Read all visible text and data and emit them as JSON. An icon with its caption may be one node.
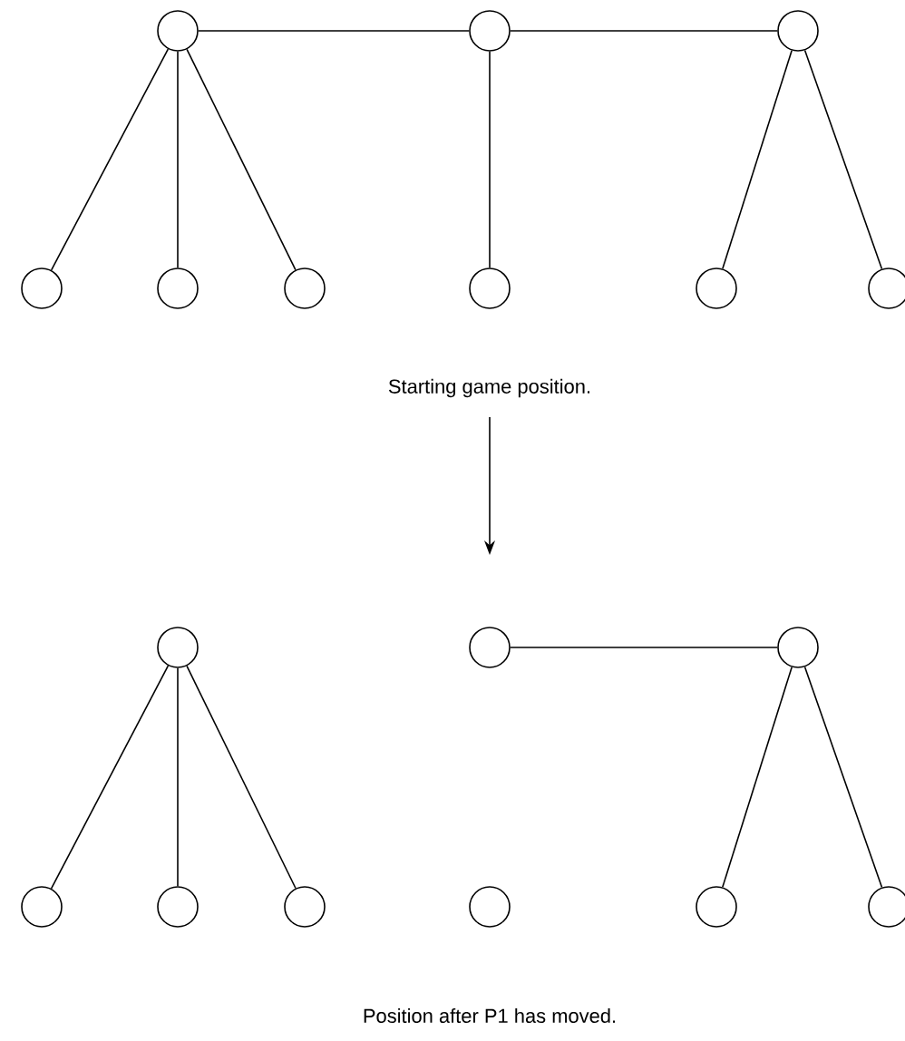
{
  "diagram": {
    "nodes": [
      {
        "text": [],
        "shape": "circle"
      },
      {
        "text": [],
        "shape": "circle"
      },
      {
        "text": [],
        "shape": "circle"
      },
      {
        "text": [],
        "shape": "circle"
      },
      {
        "text": [],
        "shape": "circle"
      },
      {
        "text": [],
        "shape": "circle"
      },
      {
        "text": [],
        "shape": "circle"
      },
      {
        "text": [],
        "shape": "circle"
      },
      {
        "text": [],
        "shape": "circle"
      },
      {
        "text": [],
        "shape": "circle"
      },
      {
        "text": [],
        "shape": "circle"
      },
      {
        "text": [],
        "shape": "circle"
      },
      {
        "text": [],
        "shape": "circle"
      },
      {
        "text": [],
        "shape": "circle"
      },
      {
        "text": [],
        "shape": "circle"
      },
      {
        "text": [],
        "shape": "circle"
      },
      {
        "text": [],
        "shape": "circle"
      },
      {
        "text": [],
        "shape": "circle"
      }
    ],
    "edges": [
      {
        "from": 0,
        "to": 1,
        "arrow": "none"
      },
      {
        "from": 1,
        "to": 2,
        "arrow": "none"
      },
      {
        "from": 0,
        "to": 3,
        "arrow": "none"
      },
      {
        "from": 0,
        "to": 4,
        "arrow": "none"
      },
      {
        "from": 0,
        "to": 5,
        "arrow": "none"
      },
      {
        "from": 1,
        "to": 6,
        "arrow": "none"
      },
      {
        "from": 2,
        "to": 7,
        "arrow": "none"
      },
      {
        "from": 2,
        "to": 8,
        "arrow": "none"
      },
      {
        "from": 10,
        "to": 11,
        "arrow": "none"
      },
      {
        "from": 9,
        "to": 12,
        "arrow": "none"
      },
      {
        "from": 9,
        "to": 13,
        "arrow": "none"
      },
      {
        "from": 9,
        "to": 14,
        "arrow": "none"
      },
      {
        "from": 11,
        "to": 16,
        "arrow": "none"
      },
      {
        "from": 11,
        "to": 17,
        "arrow": "none"
      }
    ],
    "labels": [
      "Starting game position.",
      "Position after P1 has moved."
    ]
  }
}
